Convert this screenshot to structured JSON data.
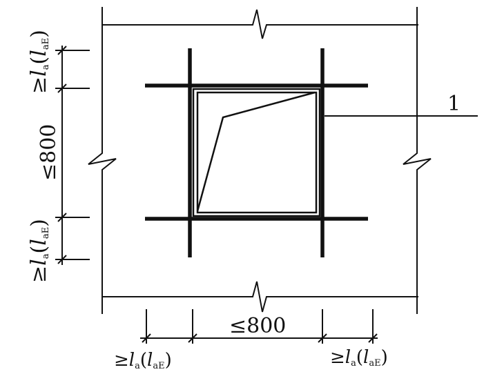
{
  "labels": {
    "callout_number": "1",
    "anchor_top_left": {
      "sym": "≥",
      "l": "l",
      "a": "a",
      "paren_open": "(",
      "l2": "l",
      "aE": "aE",
      "paren_close": ")"
    },
    "spacing_left": "≤800",
    "anchor_bottom_left": {
      "sym": "≥",
      "l": "l",
      "a": "a",
      "paren_open": "(",
      "l2": "l",
      "aE": "aE",
      "paren_close": ")"
    },
    "spacing_bottom": "≤800",
    "anchor_bottom_a": {
      "sym": "≥",
      "l": "l",
      "a": "a",
      "paren_open": "(",
      "l2": "l",
      "aE": "aE",
      "paren_close": ")"
    },
    "anchor_bottom_b": {
      "sym": "≥",
      "l": "l",
      "a": "a",
      "paren_open": "(",
      "l2": "l",
      "aE": "aE",
      "paren_close": ")"
    }
  }
}
